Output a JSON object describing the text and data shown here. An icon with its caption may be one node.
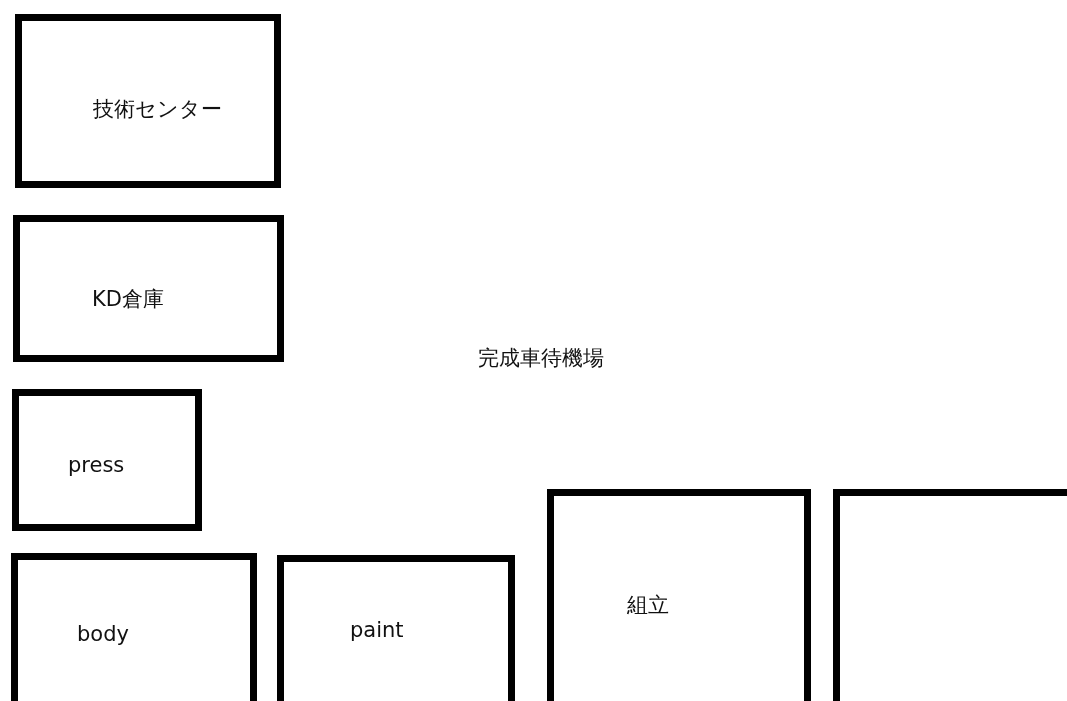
{
  "diagram": {
    "nodes": [
      {
        "text": [
          "技術センター"
        ]
      },
      {
        "text": [
          "KD倉庫"
        ]
      },
      {
        "text": [
          "press"
        ]
      },
      {
        "text": [
          "body"
        ]
      },
      {
        "text": [
          "paint"
        ]
      },
      {
        "text": [
          "組立"
        ]
      },
      {
        "text": [],
        "shape": "box"
      }
    ],
    "labels": [
      "完成車待機場"
    ]
  }
}
